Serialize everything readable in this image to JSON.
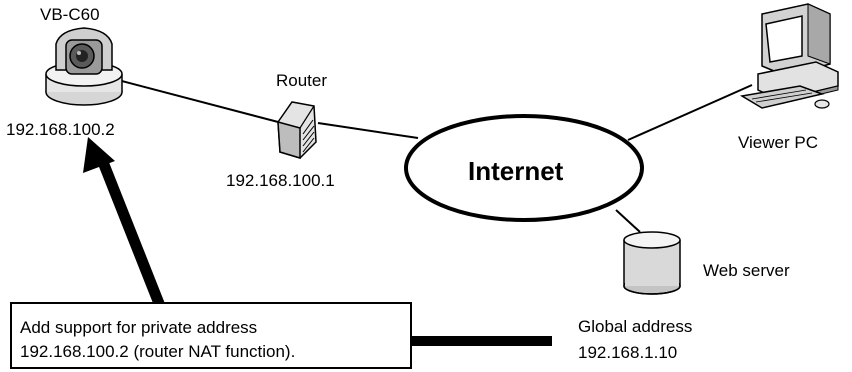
{
  "camera": {
    "name": "VB-C60",
    "ip": "192.168.100.2"
  },
  "router": {
    "name": "Router",
    "ip": "192.168.100.1"
  },
  "internet": {
    "label": "Internet"
  },
  "viewer": {
    "name": "Viewer PC"
  },
  "webserver": {
    "name": "Web server"
  },
  "global": {
    "label": "Global address",
    "ip": "192.168.1.10"
  },
  "note": {
    "line1": "Add support for private address",
    "line2": "192.168.100.2 (router NAT function)."
  }
}
